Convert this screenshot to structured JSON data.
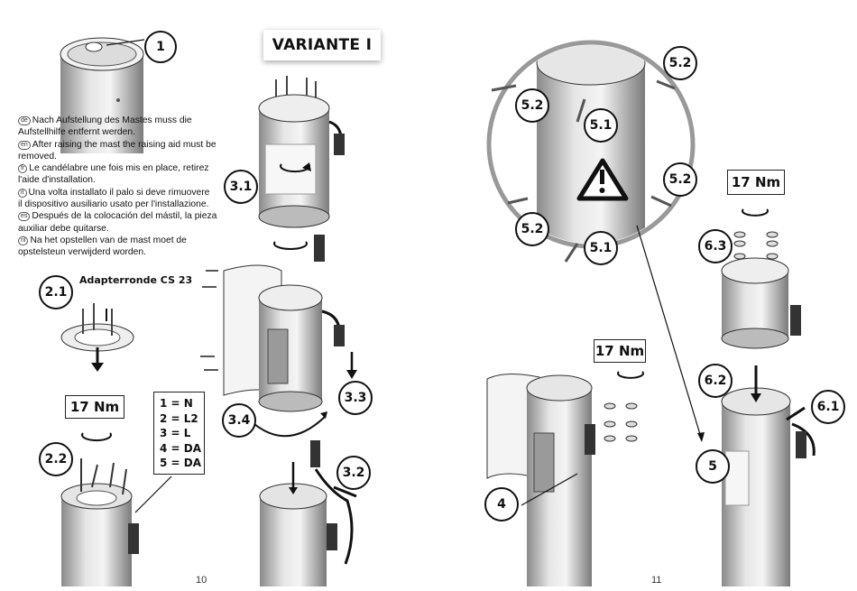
{
  "title": "VARIANTE I",
  "instructions": [
    {
      "lang": "de",
      "text": "Nach Aufstellung des Mastes muss die"
    },
    {
      "lang": "",
      "text": "Aufstellhilfe entfernt werden."
    },
    {
      "lang": "en",
      "text": "After raising the mast the raising aid must be"
    },
    {
      "lang": "",
      "text": "removed."
    },
    {
      "lang": "fr",
      "text": "Le candélabre une fois mis en place, retirez"
    },
    {
      "lang": "",
      "text": "l'aide d'installation."
    },
    {
      "lang": "it",
      "text": "Una volta installato il palo si deve rimuovere"
    },
    {
      "lang": "",
      "text": "il dispositivo ausiliario usato per l'installazione."
    },
    {
      "lang": "es",
      "text": "Después de la colocación del mástil, la pieza"
    },
    {
      "lang": "",
      "text": "auxiliar debe quitarse."
    },
    {
      "lang": "nl",
      "text": "Na het opstellen van de mast moet de"
    },
    {
      "lang": "",
      "text": "opstelsteun verwijderd worden."
    }
  ],
  "adapter_label": "Adapterronde CS 23",
  "steps": {
    "s1": "1",
    "s2_1": "2.1",
    "s2_2": "2.2",
    "s3_1": "3.1",
    "s3_2": "3.2",
    "s3_3": "3.3",
    "s3_4": "3.4",
    "s4": "4",
    "s5": "5",
    "s5_1a": "5.1",
    "s5_1b": "5.1",
    "s5_2a": "5.2",
    "s5_2b": "5.2",
    "s5_2c": "5.2",
    "s5_2d": "5.2",
    "s6_1": "6.1",
    "s6_2": "6.2",
    "s6_3": "6.3"
  },
  "torque": {
    "left": "17 Nm",
    "center": "17 Nm",
    "right": "17 Nm"
  },
  "legend": [
    "1 = N",
    "2 = L2",
    "3 = L",
    "4 = DA",
    "5 = DA"
  ],
  "page_numbers": {
    "left": "10",
    "right": "11"
  },
  "warning_icon": "warning-triangle-icon"
}
